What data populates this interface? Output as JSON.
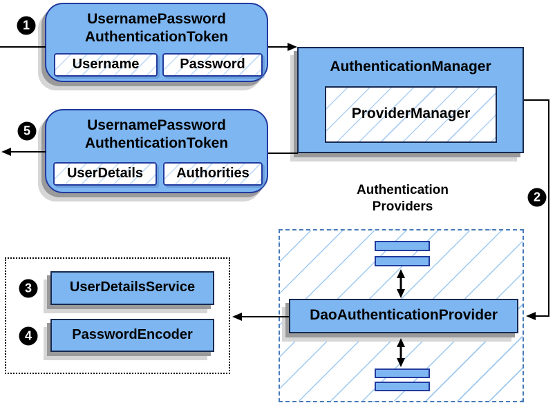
{
  "colors": {
    "box_fill": "#7db6f1",
    "box_border": "#17294e",
    "accent_border": "#213a9e",
    "hatch_small": "#c3dcf7",
    "hatch_medium": "#aecff4",
    "hatch_large": "#9dc8f0",
    "shadow_dark": "#9a9a9a",
    "shadow_light": "#d6d6d6",
    "dashed_border": "#4779b8",
    "arrow_color": "#000000"
  },
  "nodes": {
    "token_request": {
      "title_line1": "UsernamePassword",
      "title_line2": "AuthenticationToken",
      "fields": [
        "Username",
        "Password"
      ]
    },
    "token_response": {
      "title_line1": "UsernamePassword",
      "title_line2": "AuthenticationToken",
      "fields": [
        "UserDetails",
        "Authorities"
      ]
    },
    "authentication_manager": {
      "title": "AuthenticationManager",
      "inner": "ProviderManager"
    },
    "dao_provider": {
      "title": "DaoAuthenticationProvider"
    },
    "user_details_service": {
      "title": "UserDetailsService"
    },
    "password_encoder": {
      "title": "PasswordEncoder"
    }
  },
  "groups": {
    "providers": {
      "label_line1": "Authentication",
      "label_line2": "Providers"
    }
  },
  "steps": {
    "s1": "1",
    "s2": "2",
    "s3": "3",
    "s4": "4",
    "s5": "5"
  }
}
